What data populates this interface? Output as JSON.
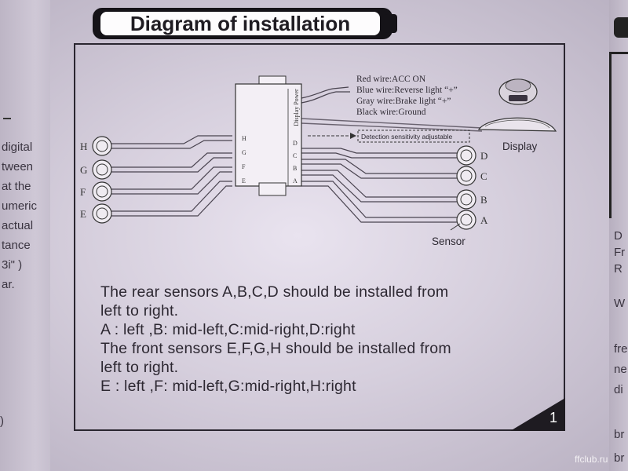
{
  "title": "Diagram of installation",
  "wires": {
    "red": "Red wire:ACC ON",
    "blue": "Blue wire:Reverse light “+”",
    "gray": "Gray wire:Brake light “+”",
    "black": "Black wire:Ground"
  },
  "detection_label": "Detection sensitivity adjustable",
  "display_label": "Display",
  "sensor_label": "Sensor",
  "control_box": {
    "side_text": "Display Power",
    "left_ports": [
      "H",
      "G",
      "F",
      "E"
    ],
    "right_ports": [
      "A",
      "B",
      "C",
      "D"
    ]
  },
  "front_sensors": [
    "H",
    "G",
    "F",
    "E"
  ],
  "rear_sensors": [
    "D",
    "C",
    "B",
    "A"
  ],
  "instructions": [
    "The rear sensors A,B,C,D should be installed from",
    "left to right.",
    "A : left ,B: mid-left,C:mid-right,D:right",
    "The front sensors E,F,G,H should be installed from",
    "left to right.",
    "E : left ,F: mid-left,G:mid-right,H:right"
  ],
  "page_number": "1",
  "watermark": "ffclub.ru",
  "left_page_fragments": [
    "digital",
    "tween",
    "at the",
    "umeric",
    "actual",
    "tance",
    "3i\" )",
    "ar."
  ],
  "left_page_paren": ")",
  "right_page_fragments": [
    "D",
    "Fr",
    "R",
    "W",
    "fre",
    "ne",
    "di",
    "br",
    "br"
  ]
}
